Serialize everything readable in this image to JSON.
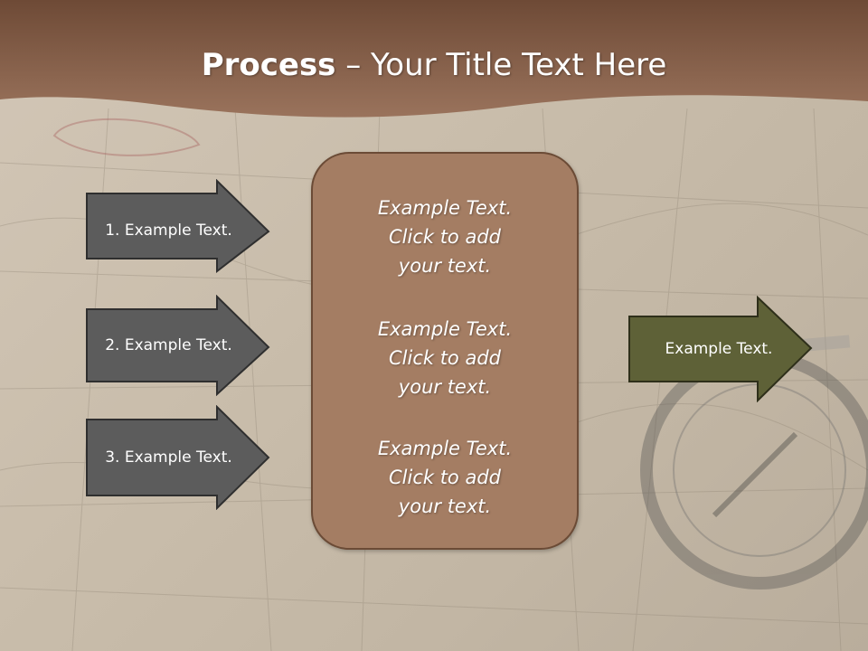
{
  "slide": {
    "title_bold": "Process",
    "title_rest": " – Your Title Text Here"
  },
  "left_arrows": [
    {
      "label": "1. Example Text."
    },
    {
      "label": "2. Example Text."
    },
    {
      "label": "3. Example Text."
    }
  ],
  "center_box": {
    "paragraphs": [
      "Example Text.\nClick  to add\nyour text.",
      "Example Text.\nClick  to add\nyour text.",
      "Example Text.\nClick  to add\nyour text."
    ]
  },
  "right_arrow": {
    "label": "Example Text."
  },
  "colors": {
    "header": "#8e6650",
    "gray_arrow": "#5c5c5c",
    "center_box": "#a47d63",
    "green_arrow": "#5e6137"
  }
}
